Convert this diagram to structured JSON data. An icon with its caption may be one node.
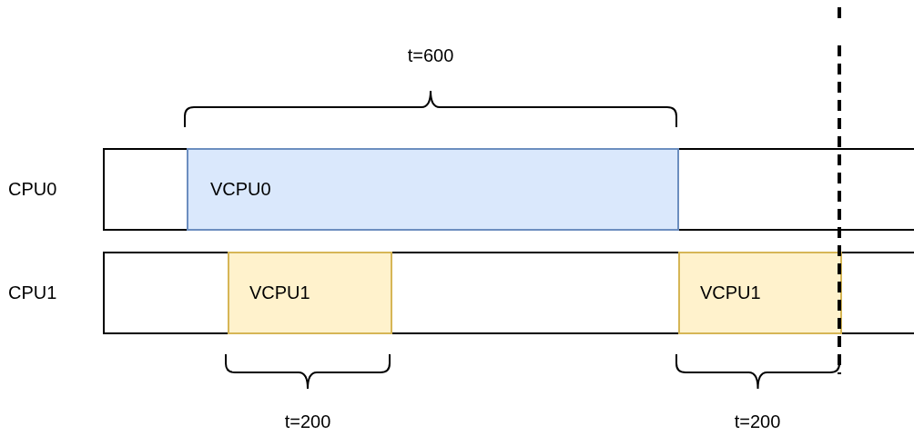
{
  "diagram": {
    "nodes": [
      {
        "text": [
          "CPU0"
        ]
      },
      {
        "text": [
          "VCPU0"
        ],
        "in": 0
      },
      {
        "text": [
          "CPU1"
        ]
      },
      {
        "text": [
          "VCPU1"
        ],
        "in": 2
      },
      {
        "text": [
          "VCPU1"
        ],
        "in": 2
      }
    ],
    "labels": [
      "t=600",
      "t=200",
      "t=200"
    ]
  }
}
